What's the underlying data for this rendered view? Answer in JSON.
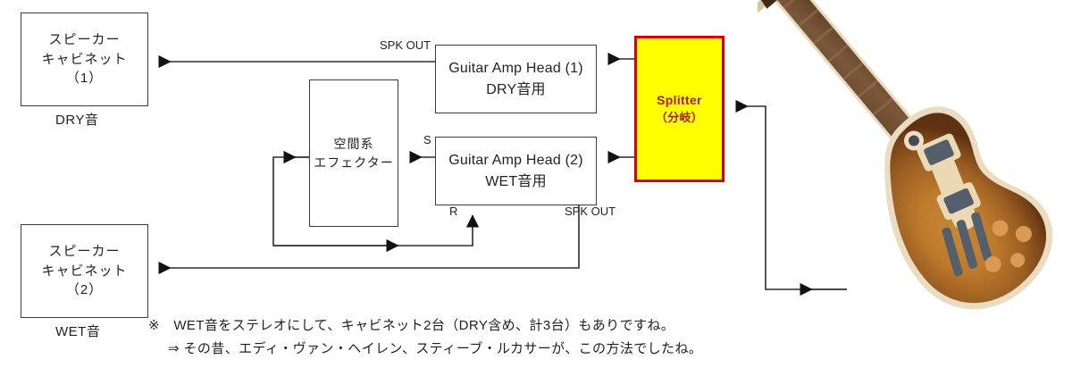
{
  "diagram": {
    "title": "Wet/Dry guitar rig signal flow diagram",
    "colors": {
      "splitter_fill": "#ffff00",
      "splitter_border": "#d40000",
      "splitter_text": "#b02020",
      "box_border": "#3b3b44",
      "wire": "#2b2b33",
      "text": "#22222a"
    }
  },
  "boxes": {
    "speaker_cabinet_1": {
      "line1": "スピーカー",
      "line2": "キャビネット",
      "line3": "（1）",
      "caption": "DRY音"
    },
    "speaker_cabinet_2": {
      "line1": "スピーカー",
      "line2": "キャビネット",
      "line3": "（2）",
      "caption": "WET音"
    },
    "amp_head_1": {
      "line1": "Guitar Amp Head (1)",
      "line2": "DRY音用"
    },
    "amp_head_2": {
      "line1": "Guitar Amp Head (2)",
      "line2": "WET音用"
    },
    "effector": {
      "line1": "空間系",
      "line2": "エフェクター"
    },
    "splitter": {
      "line1": "Splitter",
      "line2": "（分岐）"
    }
  },
  "labels": {
    "spk_out_amp1": "SPK OUT",
    "spk_out_amp2": "SPK OUT",
    "send": "S",
    "return": "R"
  },
  "note": {
    "line1": "※　WET音をステレオにして、キャビネット2台（DRY含め、計3台）もありですね。",
    "line2": "⇒ その昔、エディ・ヴァン・ヘイレン、スティーブ・ルカサーが、この方法でしたね。"
  },
  "guitar": {
    "name": "electric-guitar-illustration",
    "description": "Les Paul style electric guitar, sunburst finish"
  }
}
